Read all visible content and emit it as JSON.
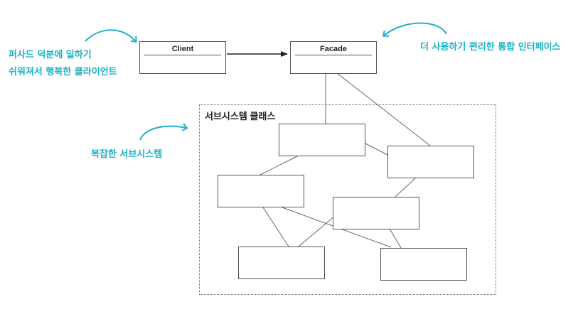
{
  "client": {
    "title": "Client"
  },
  "facade": {
    "title": "Facade"
  },
  "subsystem": {
    "label": "서브시스템 클래스"
  },
  "annotations": {
    "client_note_line1": "퍼사드 덕분에 일하기",
    "client_note_line2": "쉬워져서 행복한 클라이언트",
    "facade_note": "더 사용하기 편리한 통합 인터페이스",
    "subsystem_note": "복잡한 서브시스템"
  },
  "colors": {
    "annotation": "#1bb1c7",
    "lines": "#444444",
    "box_border": "#555555"
  }
}
